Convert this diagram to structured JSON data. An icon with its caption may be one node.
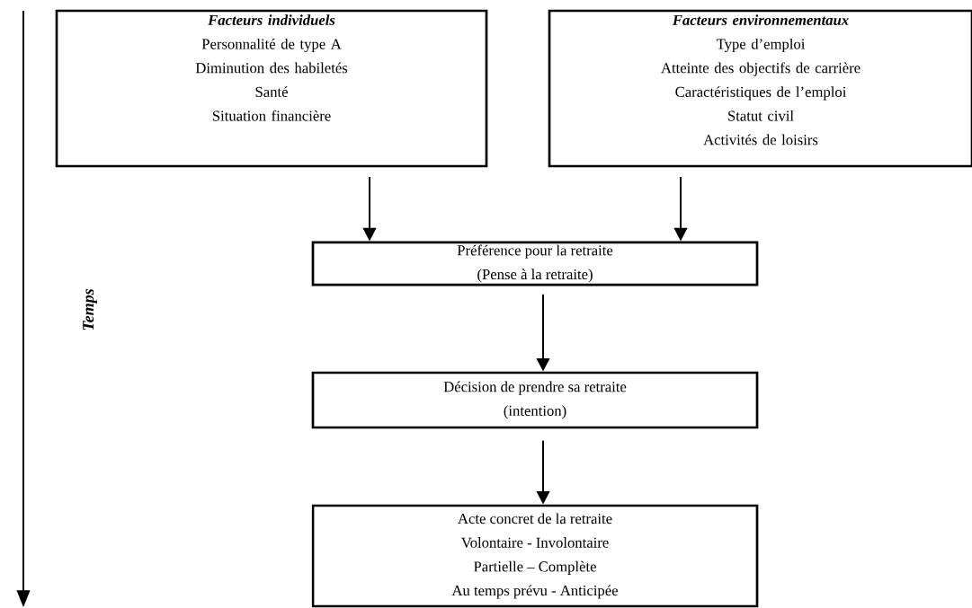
{
  "diagram": {
    "nodes": [
      {
        "text": [
          "Facteurs individuels",
          "Personnalité de type A",
          "Diminution des habiletés",
          "Santé",
          "Situation financière"
        ]
      },
      {
        "text": [
          "Facteurs environnementaux",
          "Type d’emploi",
          "Atteinte des objectifs de carrière",
          "Caractéristiques de l’emploi",
          "Statut civil",
          "Activités de loisirs"
        ]
      },
      {
        "text": [
          "Préférence pour la retraite",
          "(Pense à la retraite)"
        ]
      },
      {
        "text": [
          "Décision de prendre sa retraite",
          "(intention)"
        ]
      },
      {
        "text": [
          "Acte concret de la retraite",
          "Volontaire - Involontaire",
          "Partielle – Complète",
          "Au temps prévu - Anticipée"
        ]
      }
    ],
    "edges": [
      {
        "from": 0,
        "to": 2,
        "arrow": "to"
      },
      {
        "from": 1,
        "to": 2,
        "arrow": "to"
      },
      {
        "from": 2,
        "to": 3,
        "arrow": "to"
      },
      {
        "from": 3,
        "to": 4,
        "arrow": "to"
      }
    ],
    "labels": [
      "Temps"
    ]
  }
}
